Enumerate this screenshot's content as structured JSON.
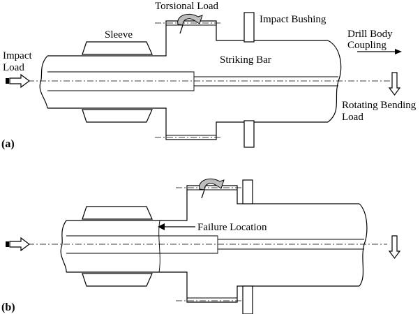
{
  "panel_a": {
    "tag": "(a)",
    "labels": {
      "torsional_load": "Torsional Load",
      "impact_bushing": "Impact Bushing",
      "sleeve": "Sleeve",
      "drill_body_1": "Drill Body",
      "drill_body_2": "Coupling",
      "impact_load_1": "Impact",
      "impact_load_2": "Load",
      "striking_bar": "Striking Bar",
      "rotating_1": "Rotating Bending",
      "rotating_2": "Load"
    }
  },
  "panel_b": {
    "tag": "(b)",
    "labels": {
      "failure_location": "Failure Location"
    }
  }
}
